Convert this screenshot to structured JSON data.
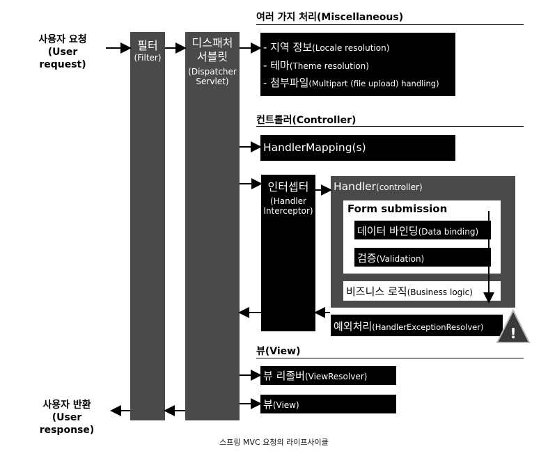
{
  "user": {
    "request_ko": "사용자 요청",
    "request_en": "(User request)",
    "response_ko": "사용자 반환",
    "response_en": "(User response)"
  },
  "filter": {
    "ko": "필터",
    "en": "(Filter)"
  },
  "dispatcher": {
    "ko_1": "디스패처",
    "ko_2": "서블릿",
    "en_1": "(Dispatcher",
    "en_2": "Servlet)"
  },
  "misc": {
    "header": "여러 가지 처리(Miscellaneous)",
    "items": [
      {
        "ko": "- 지역 정보",
        "en": "(Locale resolution)"
      },
      {
        "ko": "- 테마",
        "en": "(Theme resolution)"
      },
      {
        "ko": "- 첨부파일",
        "en": "(Multipart (file upload) handling)"
      }
    ]
  },
  "controller": {
    "header": "컨트롤러(Controller)",
    "handler_mapping": "HandlerMapping(s)",
    "interceptor_ko": "인터셉터",
    "interceptor_en_1": "(Handler",
    "interceptor_en_2": "Interceptor)",
    "handler": "Handler",
    "handler_small": "(controller)",
    "form_submission": "Form submission",
    "data_binding_ko": "데이터 바인딩",
    "data_binding_en": "(Data binding)",
    "validation_ko": "검증",
    "validation_en": "(Validation)",
    "business_ko": "비즈니스 로직",
    "business_en": "(Business logic)",
    "exception_ko": "예외처리",
    "exception_en": "(HandlerExceptionResolver)",
    "warning_symbol": "!"
  },
  "view": {
    "header": "뷰(View)",
    "resolver_ko": "뷰 리졸버",
    "resolver_en": "(ViewResolver)",
    "view_ko": "뷰",
    "view_en": "(View)"
  },
  "caption": "스프링 MVC 요청의 라이프사이클",
  "icons": {
    "warning": "warning-triangle-icon",
    "arrow": "arrow-icon"
  }
}
